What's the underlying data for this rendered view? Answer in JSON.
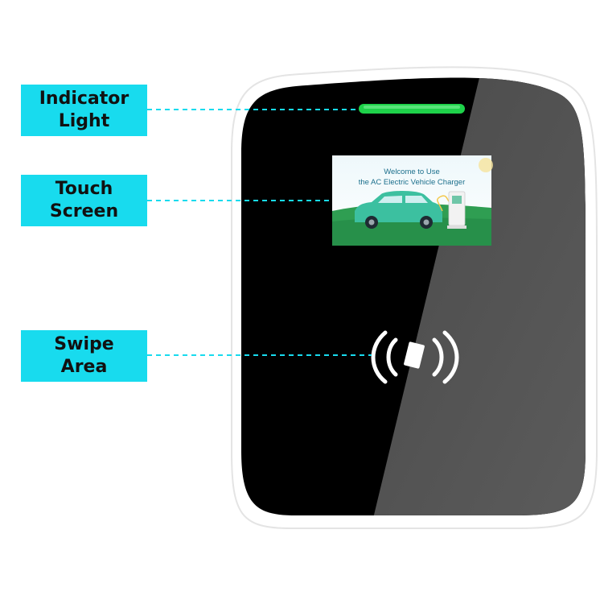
{
  "callouts": {
    "indicator": {
      "line1": "Indicator",
      "line2": "Light"
    },
    "touch": {
      "line1": "Touch",
      "line2": "Screen"
    },
    "swipe": {
      "line1": "Swipe",
      "line2": "Area"
    }
  },
  "screen": {
    "welcome_line1": "Welcome to Use",
    "welcome_line2": "the AC Electric Vehicle Charger"
  },
  "colors": {
    "callout_bg": "#18dbee",
    "leader_line": "#18dbee",
    "indicator_light": "#1ed24a",
    "charger_body": "#000000",
    "charger_glass": "#555555",
    "screen_green": "#2f9e52"
  },
  "icons": {
    "swipe": "nfc-card-icon",
    "car": "electric-car-icon",
    "charger": "charging-station-icon"
  }
}
